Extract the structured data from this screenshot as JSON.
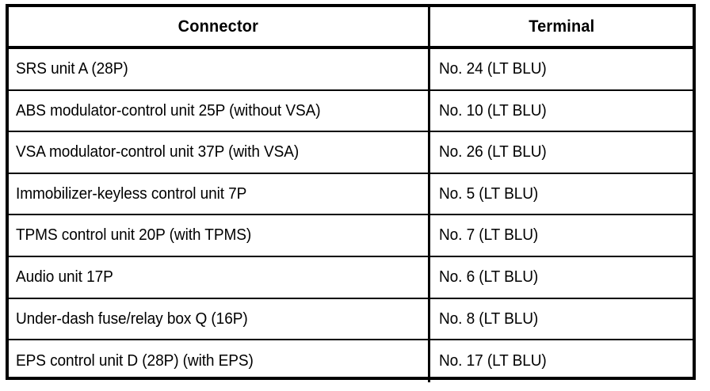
{
  "table": {
    "columns": [
      {
        "key": "connector",
        "label": "Connector",
        "align": "center"
      },
      {
        "key": "terminal",
        "label": "Terminal",
        "align": "center"
      }
    ],
    "rows": [
      {
        "connector": "SRS unit A (28P)",
        "terminal": "No. 24 (LT BLU)"
      },
      {
        "connector": "ABS modulator-control unit 25P (without VSA)",
        "terminal": "No. 10 (LT BLU)"
      },
      {
        "connector": "VSA modulator-control unit 37P (with VSA)",
        "terminal": "No. 26 (LT BLU)"
      },
      {
        "connector": "Immobilizer-keyless control unit 7P",
        "terminal": "No. 5 (LT BLU)"
      },
      {
        "connector": "TPMS control unit 20P (with TPMS)",
        "terminal": "No. 7 (LT BLU)"
      },
      {
        "connector": "Audio unit 17P",
        "terminal": "No. 6 (LT BLU)"
      },
      {
        "connector": "Under-dash fuse/relay box Q (16P)",
        "terminal": "No. 8 (LT BLU)"
      },
      {
        "connector": "EPS control unit D (28P) (with EPS)",
        "terminal": "No. 17 (LT BLU)"
      }
    ]
  },
  "colors": {
    "background": "#ffffff",
    "text": "#000000",
    "border": "#000000"
  }
}
